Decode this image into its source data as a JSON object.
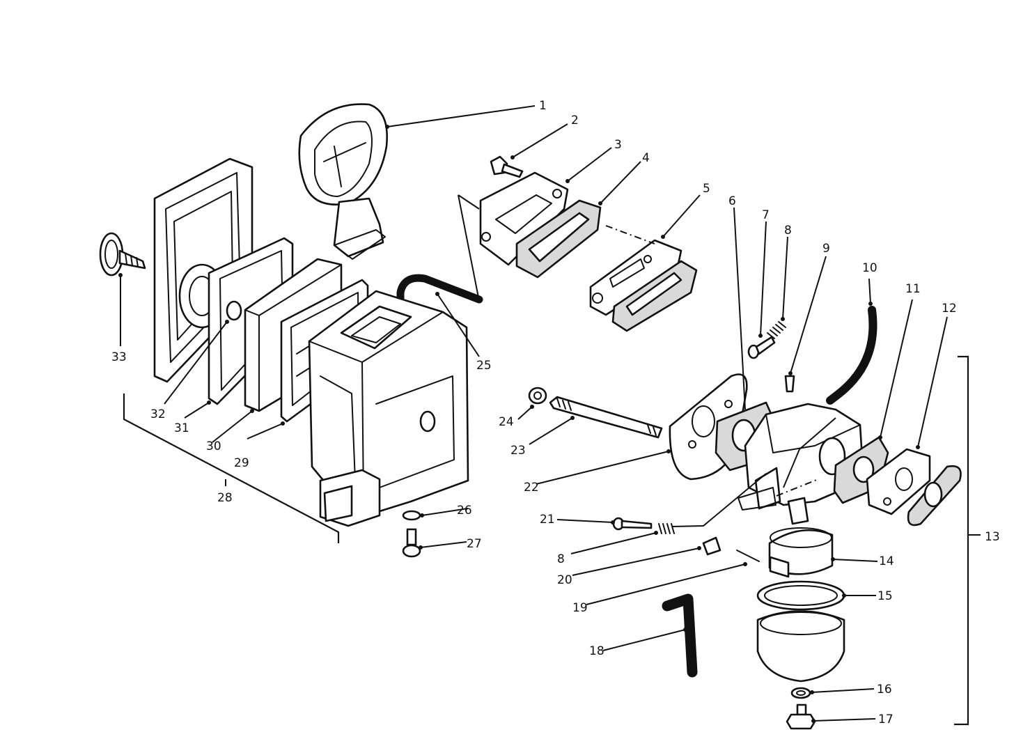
{
  "callouts": [
    {
      "id": "1",
      "label": "1"
    },
    {
      "id": "2",
      "label": "2"
    },
    {
      "id": "3",
      "label": "3"
    },
    {
      "id": "4",
      "label": "4"
    },
    {
      "id": "5",
      "label": "5"
    },
    {
      "id": "6",
      "label": "6"
    },
    {
      "id": "7",
      "label": "7"
    },
    {
      "id": "8a",
      "label": "8"
    },
    {
      "id": "9",
      "label": "9"
    },
    {
      "id": "10",
      "label": "10"
    },
    {
      "id": "11",
      "label": "11"
    },
    {
      "id": "12",
      "label": "12"
    },
    {
      "id": "13",
      "label": "13"
    },
    {
      "id": "14",
      "label": "14"
    },
    {
      "id": "15",
      "label": "15"
    },
    {
      "id": "16",
      "label": "16"
    },
    {
      "id": "17",
      "label": "17"
    },
    {
      "id": "18",
      "label": "18"
    },
    {
      "id": "19",
      "label": "19"
    },
    {
      "id": "20",
      "label": "20"
    },
    {
      "id": "21",
      "label": "21"
    },
    {
      "id": "8b",
      "label": "8"
    },
    {
      "id": "22",
      "label": "22"
    },
    {
      "id": "23",
      "label": "23"
    },
    {
      "id": "24",
      "label": "24"
    },
    {
      "id": "25",
      "label": "25"
    },
    {
      "id": "26",
      "label": "26"
    },
    {
      "id": "27",
      "label": "27"
    },
    {
      "id": "28",
      "label": "28"
    },
    {
      "id": "29",
      "label": "29"
    },
    {
      "id": "30",
      "label": "30"
    },
    {
      "id": "31",
      "label": "31"
    },
    {
      "id": "32",
      "label": "32"
    },
    {
      "id": "33",
      "label": "33"
    }
  ],
  "colors": {
    "ink": "#111111",
    "paper": "#ffffff",
    "gasket_fill": "#d9d9d9"
  }
}
